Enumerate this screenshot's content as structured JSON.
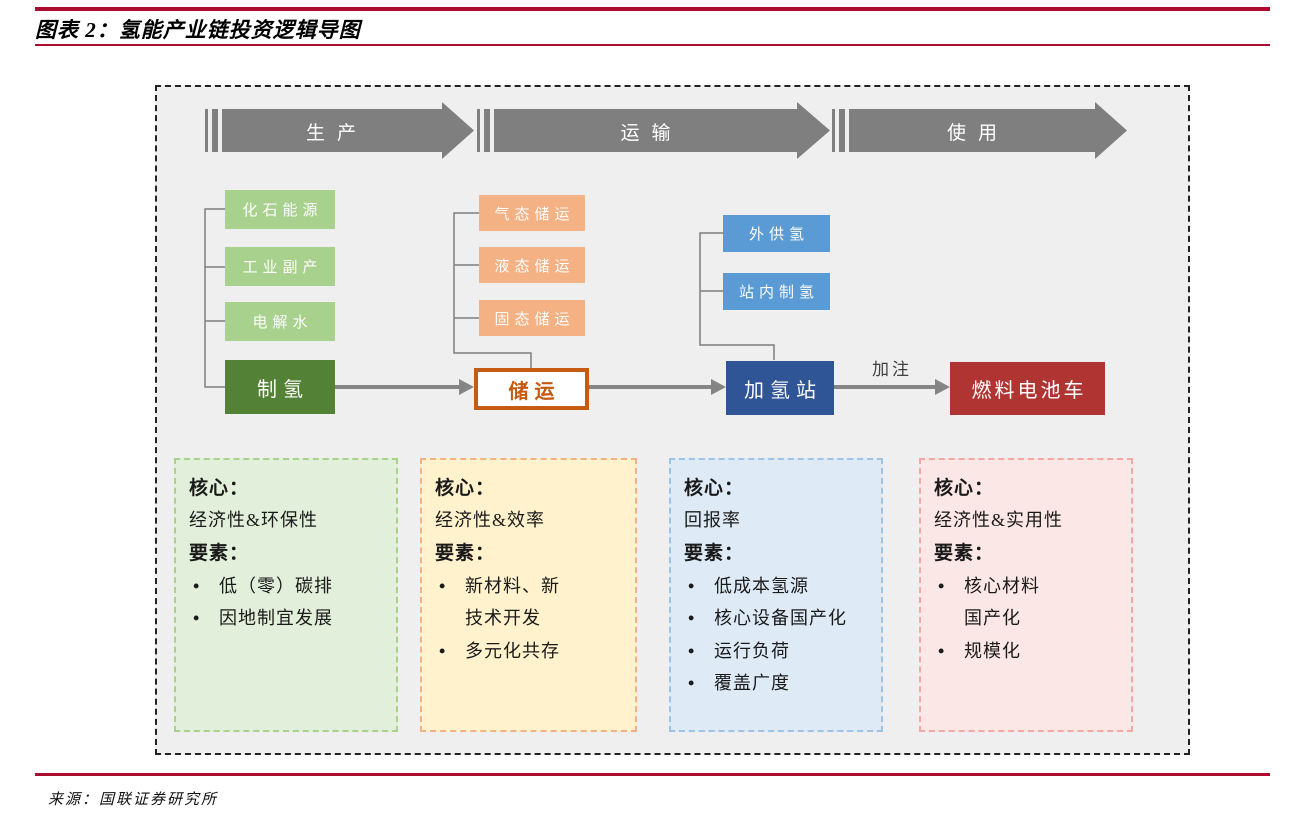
{
  "title": "图表 2：氢能产业链投资逻辑导图",
  "source": "来源：国联证券研究所",
  "stages": {
    "production": "生产",
    "transport": "运输",
    "use": "使用"
  },
  "chain": {
    "hydrogen_production": {
      "sources": [
        "化石能源",
        "工业副产",
        "电解水"
      ],
      "node": "制氢"
    },
    "storage_transport": {
      "modes": [
        "气态储运",
        "液态储运",
        "固态储运"
      ],
      "node": "储运"
    },
    "refueling_station": {
      "supply": [
        "外供氢",
        "站内制氢"
      ],
      "node": "加氢站"
    },
    "fuel_cell_vehicle": {
      "node": "燃料电池车"
    },
    "refuel_edge_label": "加注"
  },
  "panels": [
    {
      "core_label": "核心：",
      "core": "经济性&环保性",
      "factors_label": "要素：",
      "factors": [
        "低（零）碳排",
        "因地制宜发展"
      ]
    },
    {
      "core_label": "核心：",
      "core": "经济性&效率",
      "factors_label": "要素：",
      "factors": [
        "新材料、新\n技术开发",
        "多元化共存"
      ]
    },
    {
      "core_label": "核心：",
      "core": "回报率",
      "factors_label": "要素：",
      "factors": [
        "低成本氢源",
        "核心设备国产化",
        "运行负荷",
        "覆盖广度"
      ]
    },
    {
      "core_label": "核心：",
      "core": "经济性&实用性",
      "factors_label": "要素：",
      "factors": [
        "核心材料\n国产化",
        "规模化"
      ]
    }
  ],
  "colors": {
    "accent_rule_red": "#ab0c30",
    "stage_arrow_gray": "#7f7f7f",
    "light_green_box": "#a9d18e",
    "dark_green_node": "#538135",
    "light_orange_box": "#f4b183",
    "orange_accent": "#c55a11",
    "medium_blue_box": "#5b9bd5",
    "dark_blue_node": "#2f5597",
    "dark_red_node": "#b03532",
    "panel_fills": [
      "#e2efda",
      "#fff2cc",
      "#deebf7",
      "#fbe7e6"
    ],
    "canvas_background": "#efefef"
  }
}
